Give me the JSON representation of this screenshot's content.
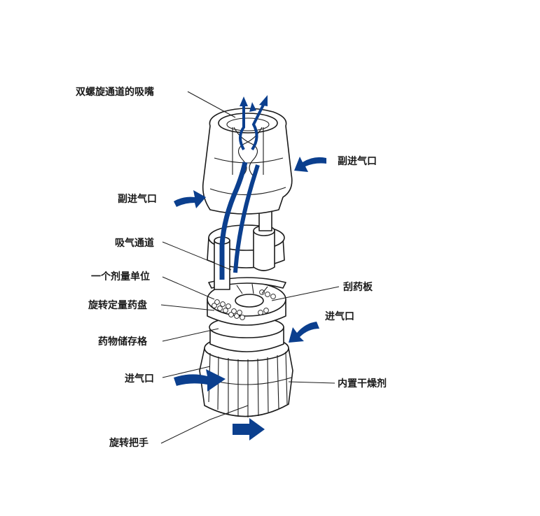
{
  "labels": {
    "mouthpiece": "双螺旋通道的吸嘴",
    "aux_inlet_right": "副进气口",
    "aux_inlet_left": "副进气口",
    "inhale_channel": "吸气通道",
    "dose_unit": "一个剂量单位",
    "scraper": "刮药板",
    "dose_disc": "旋转定量药盘",
    "inlet_right": "进气口",
    "storage": "药物储存格",
    "inlet_left": "进气口",
    "desiccant": "内置干燥剂",
    "grip": "旋转把手"
  },
  "colors": {
    "accent": "#0b3f8e",
    "line": "#1b1b1b",
    "background": "#ffffff"
  }
}
